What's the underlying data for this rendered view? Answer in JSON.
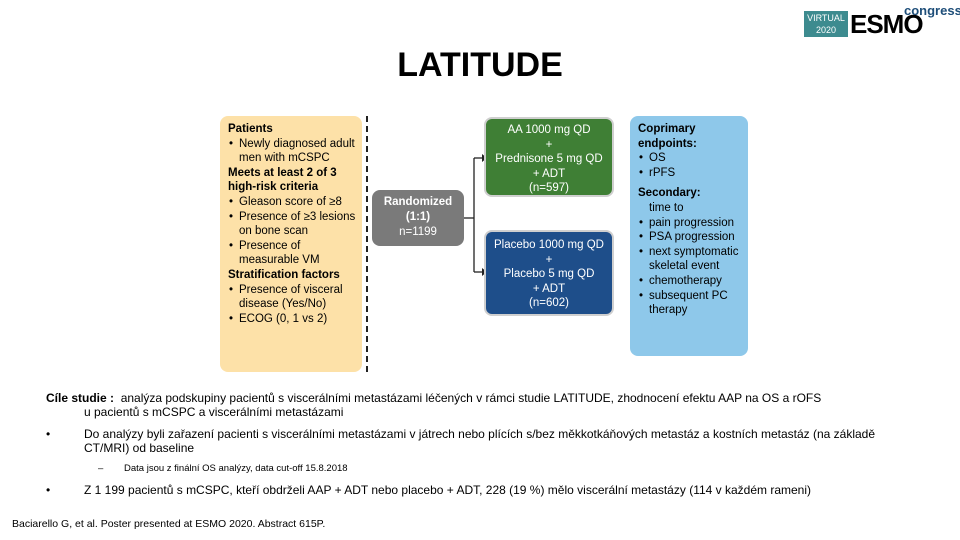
{
  "logo": {
    "virtual_line1": "VIRTUAL",
    "virtual_line2": "2020",
    "brand": "ESMO",
    "congress": "congress"
  },
  "title": "LATITUDE",
  "diagram": {
    "patients": {
      "heading1": "Patients",
      "items1": [
        "Newly diagnosed adult men with mCSPC"
      ],
      "heading2": "Meets at least 2 of 3 high-risk criteria",
      "items2": [
        "Gleason score of ≥8",
        "Presence of ≥3 lesions on bone scan",
        "Presence of measurable VM"
      ],
      "heading3": "Stratification factors",
      "items3": [
        "Presence of visceral disease (Yes/No)",
        "ECOG (0, 1 vs 2)"
      ]
    },
    "randomized": {
      "line1": "Randomized",
      "line2": "(1:1)",
      "line3": "n=1199"
    },
    "arm_aa": {
      "line1": "AA 1000 mg QD",
      "line2": "+",
      "line3": "Prednisone 5 mg QD",
      "line4": "+ ADT",
      "line5": "(n=597)"
    },
    "arm_placebo": {
      "line1": "Placebo 1000 mg QD",
      "line2": "+",
      "line3": "Placebo 5 mg QD",
      "line4": "+ ADT",
      "line5": "(n=602)"
    },
    "endpoints": {
      "heading1": "Coprimary endpoints:",
      "items1": [
        "OS",
        "rPFS"
      ],
      "heading2": "Secondary:",
      "intro2": "time to",
      "items2": [
        "pain progression",
        "PSA progression",
        "next symptomatic skeletal event",
        "chemotherapy",
        "subsequent PC therapy"
      ]
    }
  },
  "text": {
    "aim_lead": "Cíle studie :",
    "aim_line1": "analýza podskupiny pacientů s viscerálními metastázami léčených v rámci studie LATITUDE, zhodnocení efektu AAP na OS a rOFS",
    "aim_line2": "u pacientů s mCSPC a viscerálními metastázami",
    "bullet1": "Do analýzy byli zařazení pacienti s viscerálními metastázami v játrech nebo plících s/bez měkkotkáňových metastáz a kostních metastáz (na základě CT/MRI) od baseline",
    "sub1": "Data jsou z finální OS analýzy, data cut-off 15.8.2018",
    "bullet2": "Z 1 199 pacientů s mCSPC, kteří obdrželi AAP + ADT nebo placebo + ADT, 228 (19 %) mělo viscerální metastázy (114 v každém rameni)",
    "bullet_symbol": "•",
    "dash_symbol": "–"
  },
  "citation": "Baciarello G, et al. Poster presented at ESMO 2020. Abstract 615P."
}
